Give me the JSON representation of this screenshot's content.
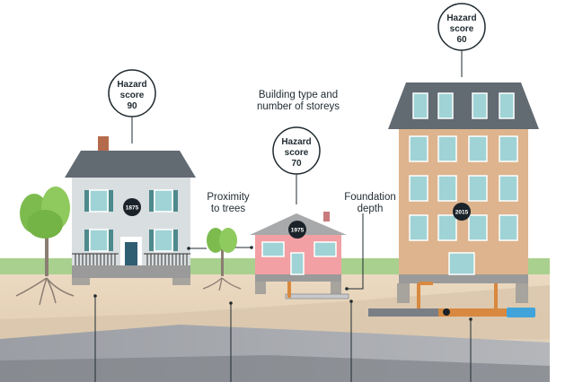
{
  "labels": {
    "building_type": "Building type and\nnumber of storeys",
    "proximity": "Proximity\nto trees",
    "foundation": "Foundation\ndepth"
  },
  "badges": [
    {
      "word": "Hazard",
      "score_word": "score",
      "value": "90"
    },
    {
      "word": "Hazard",
      "score_word": "score",
      "value": "70"
    },
    {
      "word": "Hazard",
      "score_word": "score",
      "value": "60"
    }
  ],
  "years": [
    "1875",
    "1975",
    "2015"
  ],
  "colors": {
    "grass": "#a9d08e",
    "soil": "#e8d6bd",
    "soil_dark": "#cdbba3",
    "bedrock": "#8d9096",
    "victorian_wall": "#d9dee0",
    "roof": "#626a72",
    "bungalow_wall": "#f2a0a4",
    "bungalow_roof": "#a8a9ab",
    "apartment_wall": "#ddb48d",
    "window": "#9fd3d6",
    "shutter": "#4d8a8c",
    "copper_pipe": "#d8883f",
    "grey_pipe": "#7a7f86",
    "blue_pipe": "#41a3d9",
    "badge_ring": "#1f2a30",
    "year_disc": "#1b232a"
  }
}
